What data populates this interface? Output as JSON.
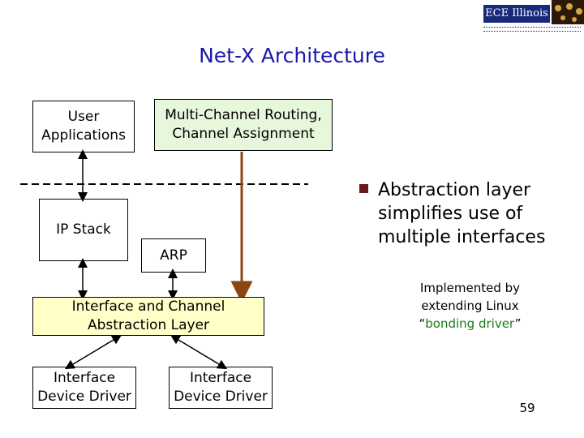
{
  "title": "Net-X Architecture",
  "logo": {
    "text": "ECE Illinois",
    "icon": "university-logo"
  },
  "boxes": {
    "user_apps": "User Applications",
    "routing": "Multi-Channel Routing, Channel Assignment",
    "ip_stack": "IP Stack",
    "arp": "ARP",
    "abstraction": "Interface and Channel Abstraction Layer",
    "driver1": "Interface Device Driver",
    "driver2": "Interface Device Driver"
  },
  "bullet": {
    "icon": "square-bullet-icon",
    "text": "Abstraction layer simplifies use of multiple interfaces"
  },
  "note": {
    "prefix": "Implemented by extending Linux",
    "open_quote": "“",
    "highlight": "bonding driver",
    "close_quote": "”"
  },
  "page_number": "59",
  "colors": {
    "title": "#1a1aa8",
    "green_box": "#e6f7dc",
    "yellow_box": "#ffffc8",
    "arrow_brown": "#8b4513",
    "bullet": "#6b1a1a",
    "highlight": "#1a7a1a"
  }
}
